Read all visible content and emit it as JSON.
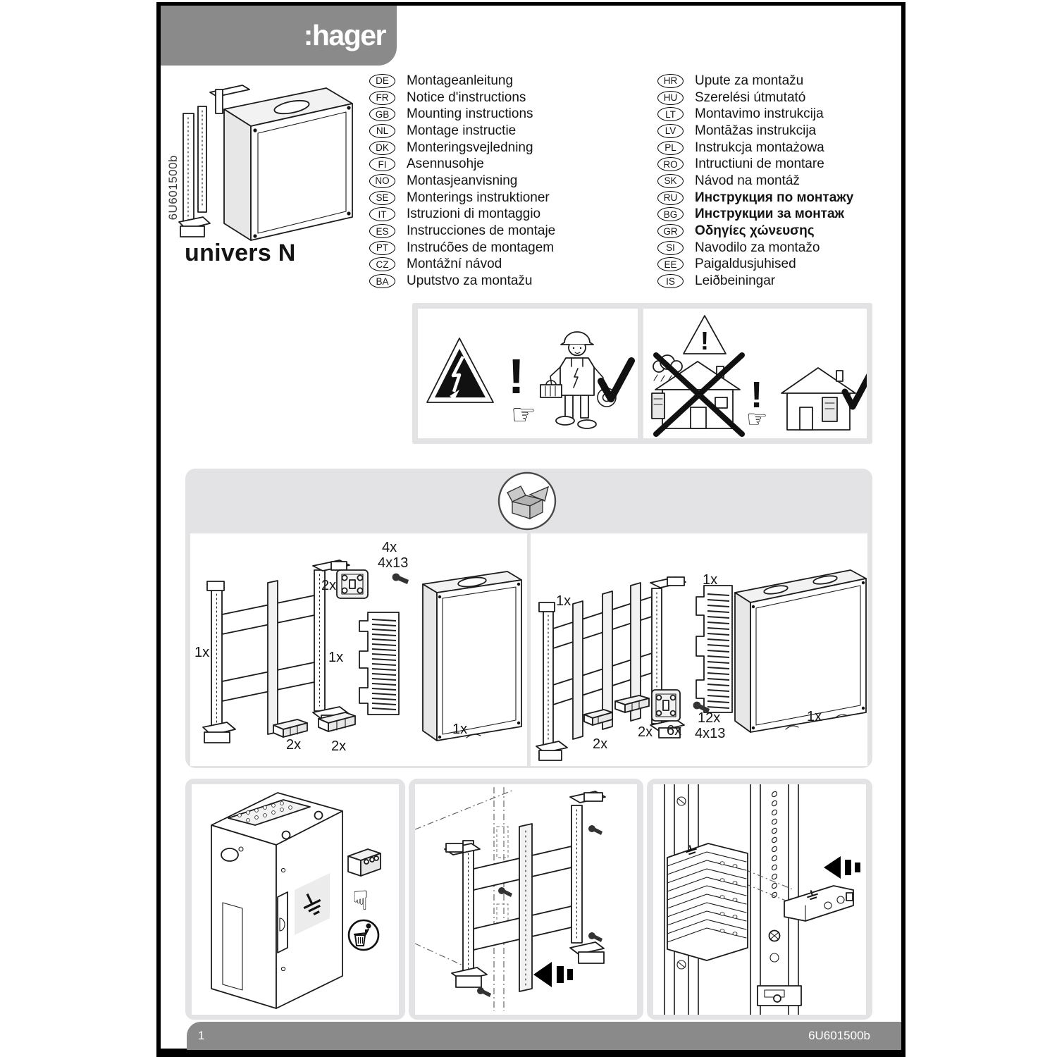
{
  "brand": {
    "logo": ":hager"
  },
  "product": {
    "name": "univers N",
    "code_vertical": "6U601500b"
  },
  "languages": {
    "left": [
      {
        "code": "DE",
        "label": "Montageanleitung"
      },
      {
        "code": "FR",
        "label": "Notice d'instructions"
      },
      {
        "code": "GB",
        "label": "Mounting instructions"
      },
      {
        "code": "NL",
        "label": "Montage instructie"
      },
      {
        "code": "DK",
        "label": "Monteringsvejledning"
      },
      {
        "code": "FI",
        "label": "Asennusohje"
      },
      {
        "code": "NO",
        "label": "Montasjeanvisning"
      },
      {
        "code": "SE",
        "label": "Monterings instruktioner"
      },
      {
        "code": "IT",
        "label": "Istruzioni di montaggio"
      },
      {
        "code": "ES",
        "label": "Instrucciones de montaje"
      },
      {
        "code": "PT",
        "label": "Instrućões de montagem"
      },
      {
        "code": "CZ",
        "label": "Montážní návod"
      },
      {
        "code": "BA",
        "label": "Uputstvo za montažu"
      }
    ],
    "right": [
      {
        "code": "HR",
        "label": "Upute za montažu"
      },
      {
        "code": "HU",
        "label": "Szerelési útmutató"
      },
      {
        "code": "LT",
        "label": "Montavimo instrukcija"
      },
      {
        "code": "LV",
        "label": "Montāžas instrukcija"
      },
      {
        "code": "PL",
        "label": "Instrukcja montażowa"
      },
      {
        "code": "RO",
        "label": "Intructiuni de montare"
      },
      {
        "code": "SK",
        "label": "Návod na montáž"
      },
      {
        "code": "RU",
        "label": "Инструкция по монтажу"
      },
      {
        "code": "BG",
        "label": "Инструкции за монтаж"
      },
      {
        "code": "GR",
        "label": "Οδηγίες χώνευσης"
      },
      {
        "code": "SI",
        "label": "Navodilo za montažo"
      },
      {
        "code": "EE",
        "label": "Paigaldusjuhised"
      },
      {
        "code": "IS",
        "label": "Leiðbeiningar"
      }
    ]
  },
  "kit_small": {
    "frame_qty": "1x",
    "clamp_qty": "2x",
    "screws_qty": "4x",
    "screws_size": "4x13",
    "grille_qty": "1x",
    "connector_a_qty": "2x",
    "connector_b_qty": "2x",
    "enclosure_qty": "1x"
  },
  "kit_large": {
    "frame_qty": "1x",
    "grille_qty": "1x",
    "connector_a_qty": "2x",
    "connector_b_qty": "2x",
    "clamp_qty": "6x",
    "screws_qty": "12x",
    "screws_size": "4x13",
    "enclosure_qty": "1x"
  },
  "footer": {
    "page_number": "1",
    "doc_code": "6U601500b"
  },
  "colors": {
    "bar_gray": "#8a8a8a",
    "panel_gray": "#e3e3e5",
    "ink": "#1a1a1a"
  }
}
